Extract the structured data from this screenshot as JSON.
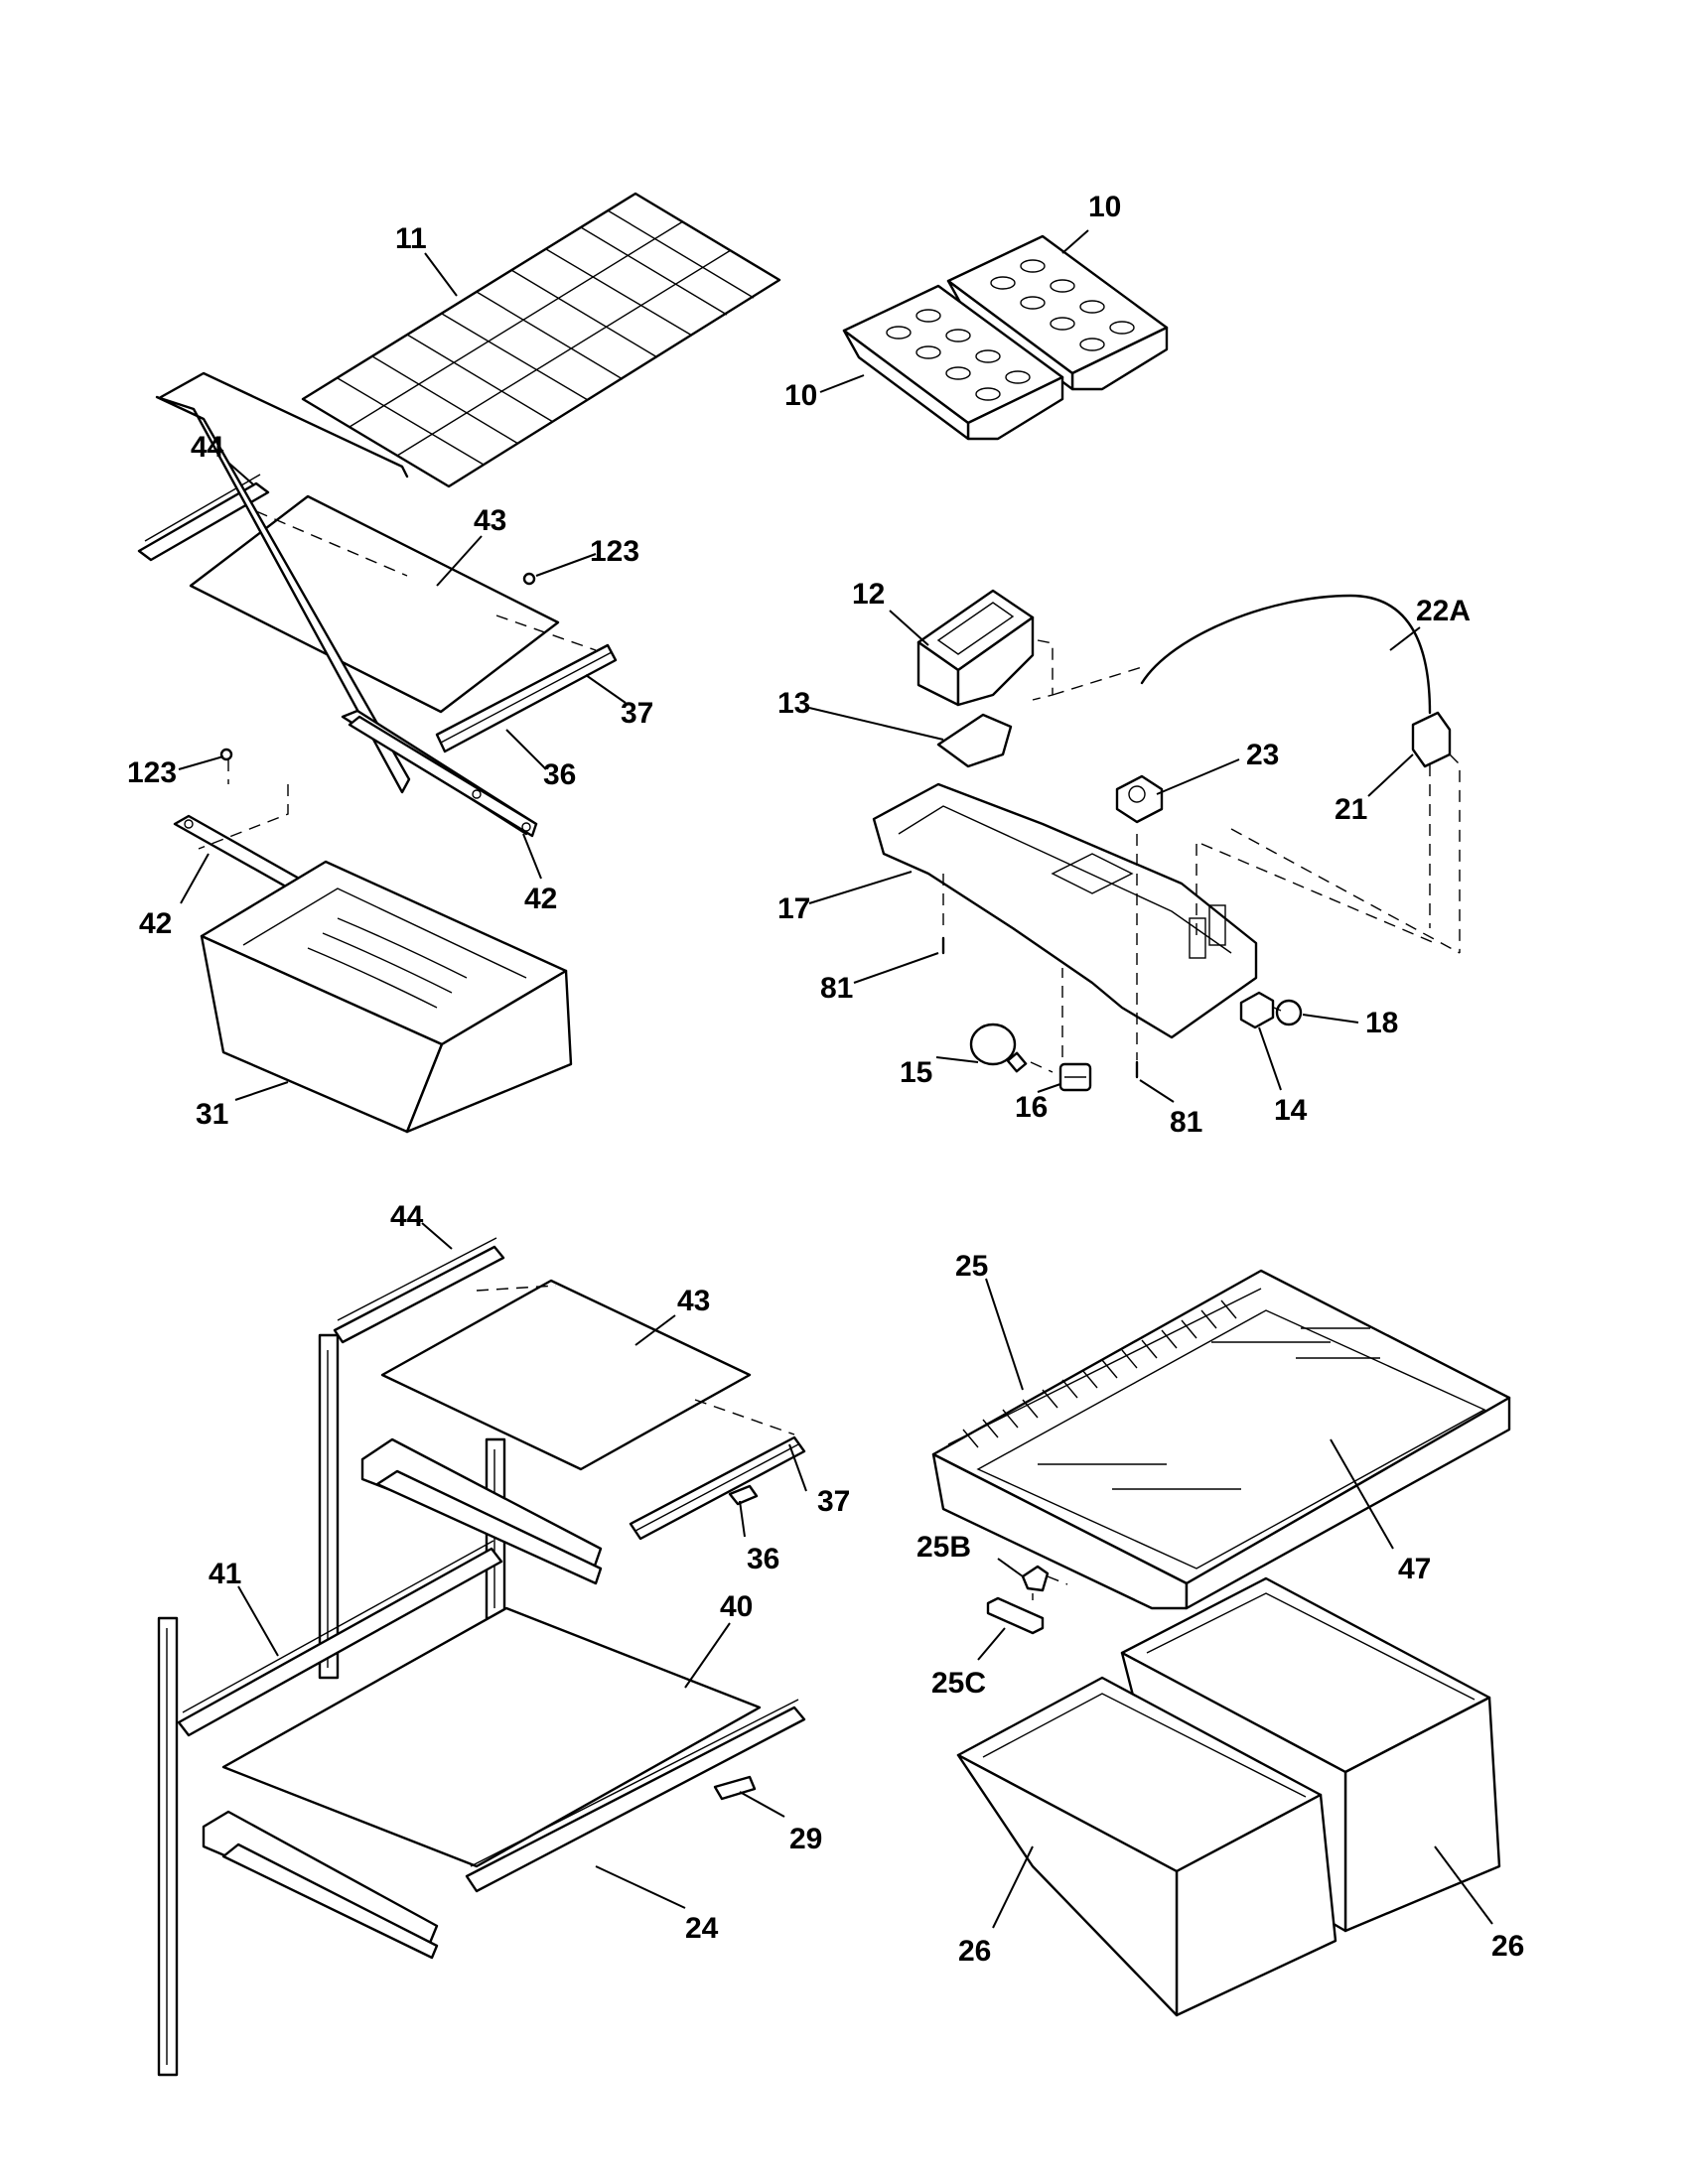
{
  "callouts": {
    "c_11": "11",
    "c_10a": "10",
    "c_10b": "10",
    "c_44a": "44",
    "c_43a": "43",
    "c_123a": "123",
    "c_37a": "37",
    "c_36a": "36",
    "c_123b": "123",
    "c_42a": "42",
    "c_42b": "42",
    "c_31": "31",
    "c_12": "12",
    "c_22A": "22A",
    "c_13": "13",
    "c_23": "23",
    "c_21": "21",
    "c_17": "17",
    "c_81a": "81",
    "c_18": "18",
    "c_15": "15",
    "c_16": "16",
    "c_81b": "81",
    "c_14": "14",
    "c_44b": "44",
    "c_43b": "43",
    "c_37b": "37",
    "c_36b": "36",
    "c_41": "41",
    "c_40": "40",
    "c_29": "29",
    "c_24": "24",
    "c_25": "25",
    "c_47": "47",
    "c_25B": "25B",
    "c_25C": "25C",
    "c_26a": "26",
    "c_26b": "26"
  },
  "colors": {
    "ink": "#000000",
    "paper": "#ffffff"
  }
}
